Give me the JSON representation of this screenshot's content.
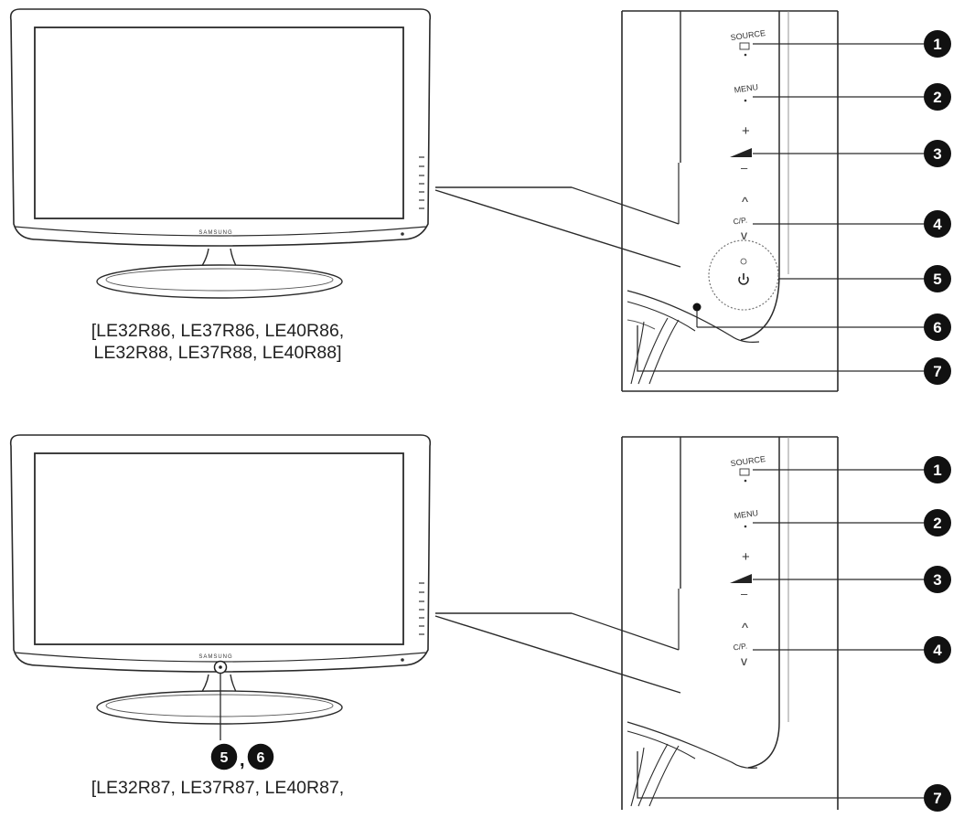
{
  "brand": "SAMSUNG",
  "panel_labels": {
    "source": "SOURCE",
    "menu": "MENU",
    "vol_plus": "+",
    "vol_minus": "–",
    "ch_up": "^",
    "ch_label": "C/P.",
    "ch_down": "v"
  },
  "callouts": {
    "c1": "1",
    "c2": "2",
    "c3": "3",
    "c4": "4",
    "c5": "5",
    "c6": "6",
    "c7": "7"
  },
  "callout_pair_separator": ",",
  "diagrams": [
    {
      "caption_line1": "[LE32R86, LE37R86, LE40R86,",
      "caption_line2": "LE32R88, LE37R88, LE40R88]"
    },
    {
      "caption_line1": "[LE32R87, LE37R87, LE40R87,"
    }
  ],
  "colors": {
    "line": "#2a2a2a",
    "callout_fill": "#111111",
    "callout_text": "#ffffff",
    "background": "#ffffff"
  }
}
